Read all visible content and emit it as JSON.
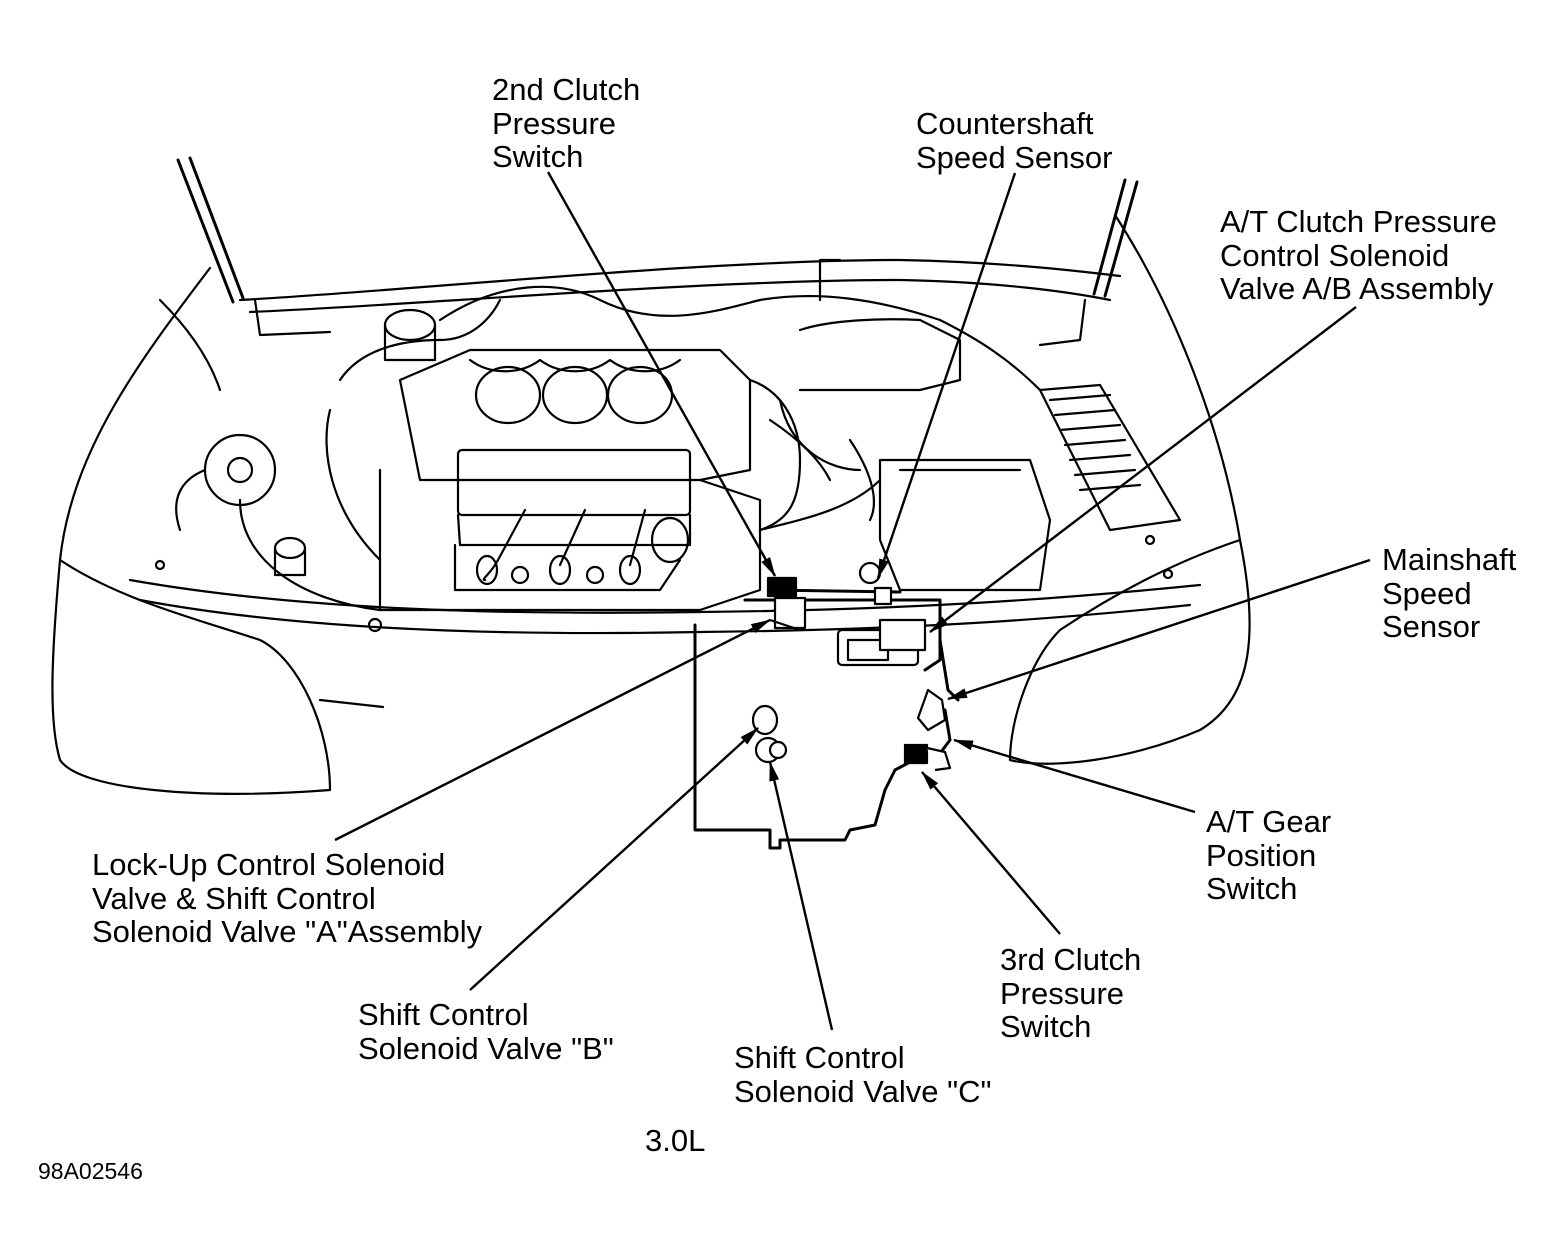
{
  "diagram": {
    "caption": "3.0L",
    "figure_code": "98A02546",
    "callouts": {
      "second_clutch_pressure_switch": [
        "2nd Clutch",
        "Pressure",
        "Switch"
      ],
      "countershaft_speed_sensor": [
        "Countershaft",
        "Speed Sensor"
      ],
      "at_clutch_pressure_control_solenoid": [
        "A/T Clutch Pressure",
        "Control Solenoid",
        "Valve A/B Assembly"
      ],
      "mainshaft_speed_sensor": [
        "Mainshaft",
        "Speed",
        "Sensor"
      ],
      "lockup_control_solenoid": [
        "Lock-Up Control Solenoid",
        "Valve & Shift Control",
        "Solenoid Valve \"A\"Assembly"
      ],
      "at_gear_position_switch": [
        "A/T Gear",
        "Position",
        "Switch"
      ],
      "third_clutch_pressure_switch": [
        "3rd Clutch",
        "Pressure",
        "Switch"
      ],
      "shift_control_solenoid_b": [
        "Shift Control",
        "Solenoid Valve \"B\""
      ],
      "shift_control_solenoid_c": [
        "Shift Control",
        "Solenoid Valve \"C\""
      ]
    },
    "line_color": "#000000",
    "background_color": "#ffffff"
  }
}
